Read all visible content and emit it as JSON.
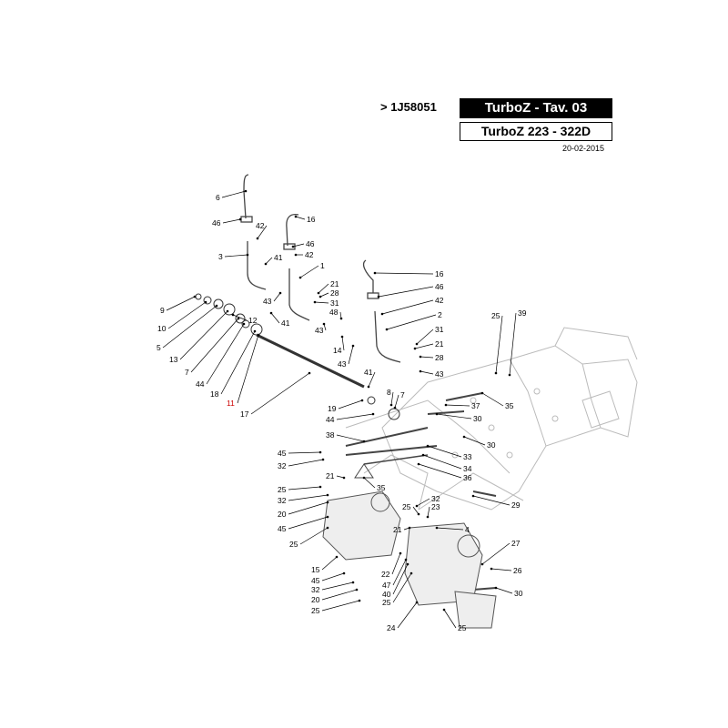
{
  "header": {
    "code": "> 1J58051",
    "title": "TurboZ - Tav. 03",
    "subtitle": "TurboZ 223 - 322D",
    "date": "20-02-2015"
  },
  "highlight_color": "#cc0000",
  "callouts": [
    {
      "id": "c6",
      "text": "6",
      "highlight": false
    },
    {
      "id": "c46a",
      "text": "46",
      "highlight": false
    },
    {
      "id": "c42a",
      "text": "42",
      "highlight": false
    },
    {
      "id": "c3",
      "text": "3",
      "highlight": false
    },
    {
      "id": "c41a",
      "text": "41",
      "highlight": false
    },
    {
      "id": "c16a",
      "text": "16",
      "highlight": false
    },
    {
      "id": "c46b",
      "text": "46",
      "highlight": false
    },
    {
      "id": "c42b",
      "text": "42",
      "highlight": false
    },
    {
      "id": "c1",
      "text": "1",
      "highlight": false
    },
    {
      "id": "c16b",
      "text": "16",
      "highlight": false
    },
    {
      "id": "c46c",
      "text": "46",
      "highlight": false
    },
    {
      "id": "c42c",
      "text": "42",
      "highlight": false
    },
    {
      "id": "c2",
      "text": "2",
      "highlight": false
    },
    {
      "id": "c21a",
      "text": "21",
      "highlight": false
    },
    {
      "id": "c28a",
      "text": "28",
      "highlight": false
    },
    {
      "id": "c31a",
      "text": "31",
      "highlight": false
    },
    {
      "id": "c48",
      "text": "48",
      "highlight": false
    },
    {
      "id": "c43a",
      "text": "43",
      "highlight": false
    },
    {
      "id": "c43b",
      "text": "43",
      "highlight": false
    },
    {
      "id": "c14",
      "text": "14",
      "highlight": false
    },
    {
      "id": "c43c",
      "text": "43",
      "highlight": false
    },
    {
      "id": "c31b",
      "text": "31",
      "highlight": false
    },
    {
      "id": "c21b",
      "text": "21",
      "highlight": false
    },
    {
      "id": "c28b",
      "text": "28",
      "highlight": false
    },
    {
      "id": "c43d",
      "text": "43",
      "highlight": false
    },
    {
      "id": "c9",
      "text": "9",
      "highlight": false
    },
    {
      "id": "c10",
      "text": "10",
      "highlight": false
    },
    {
      "id": "c5",
      "text": "5",
      "highlight": false
    },
    {
      "id": "c13",
      "text": "13",
      "highlight": false
    },
    {
      "id": "c7a",
      "text": "7",
      "highlight": false
    },
    {
      "id": "c44a",
      "text": "44",
      "highlight": false
    },
    {
      "id": "c18",
      "text": "18",
      "highlight": false
    },
    {
      "id": "c11",
      "text": "11",
      "highlight": true
    },
    {
      "id": "c12",
      "text": "12",
      "highlight": false
    },
    {
      "id": "c41b",
      "text": "41",
      "highlight": false
    },
    {
      "id": "c17",
      "text": "17",
      "highlight": false
    },
    {
      "id": "c25a",
      "text": "25",
      "highlight": false
    },
    {
      "id": "c39",
      "text": "39",
      "highlight": false
    },
    {
      "id": "c41c",
      "text": "41",
      "highlight": false
    },
    {
      "id": "c8",
      "text": "8",
      "highlight": false
    },
    {
      "id": "c7b",
      "text": "7",
      "highlight": false
    },
    {
      "id": "c19",
      "text": "19",
      "highlight": false
    },
    {
      "id": "c44b",
      "text": "44",
      "highlight": false
    },
    {
      "id": "c37",
      "text": "37",
      "highlight": false
    },
    {
      "id": "c35a",
      "text": "35",
      "highlight": false
    },
    {
      "id": "c30a",
      "text": "30",
      "highlight": false
    },
    {
      "id": "c38",
      "text": "38",
      "highlight": false
    },
    {
      "id": "c30b",
      "text": "30",
      "highlight": false
    },
    {
      "id": "c45a",
      "text": "45",
      "highlight": false
    },
    {
      "id": "c32a",
      "text": "32",
      "highlight": false
    },
    {
      "id": "c33",
      "text": "33",
      "highlight": false
    },
    {
      "id": "c34",
      "text": "34",
      "highlight": false
    },
    {
      "id": "c36",
      "text": "36",
      "highlight": false
    },
    {
      "id": "c21c",
      "text": "21",
      "highlight": false
    },
    {
      "id": "c25b",
      "text": "25",
      "highlight": false
    },
    {
      "id": "c32b",
      "text": "32",
      "highlight": false
    },
    {
      "id": "c35b",
      "text": "35",
      "highlight": false
    },
    {
      "id": "c20a",
      "text": "20",
      "highlight": false
    },
    {
      "id": "c45b",
      "text": "45",
      "highlight": false
    },
    {
      "id": "c25c",
      "text": "25",
      "highlight": false
    },
    {
      "id": "c32c",
      "text": "32",
      "highlight": false
    },
    {
      "id": "c25d",
      "text": "25",
      "highlight": false
    },
    {
      "id": "c23",
      "text": "23",
      "highlight": false
    },
    {
      "id": "c29",
      "text": "29",
      "highlight": false
    },
    {
      "id": "c21d",
      "text": "21",
      "highlight": false
    },
    {
      "id": "c4",
      "text": "4",
      "highlight": false
    },
    {
      "id": "c27",
      "text": "27",
      "highlight": false
    },
    {
      "id": "c15",
      "text": "15",
      "highlight": false
    },
    {
      "id": "c45c",
      "text": "45",
      "highlight": false
    },
    {
      "id": "c32d",
      "text": "32",
      "highlight": false
    },
    {
      "id": "c20b",
      "text": "20",
      "highlight": false
    },
    {
      "id": "c25e",
      "text": "25",
      "highlight": false
    },
    {
      "id": "c22",
      "text": "22",
      "highlight": false
    },
    {
      "id": "c47",
      "text": "47",
      "highlight": false
    },
    {
      "id": "c40",
      "text": "40",
      "highlight": false
    },
    {
      "id": "c25f",
      "text": "25",
      "highlight": false
    },
    {
      "id": "c26",
      "text": "26",
      "highlight": false
    },
    {
      "id": "c30c",
      "text": "30",
      "highlight": false
    },
    {
      "id": "c24",
      "text": "24",
      "highlight": false
    },
    {
      "id": "c25g",
      "text": "25",
      "highlight": false
    }
  ]
}
